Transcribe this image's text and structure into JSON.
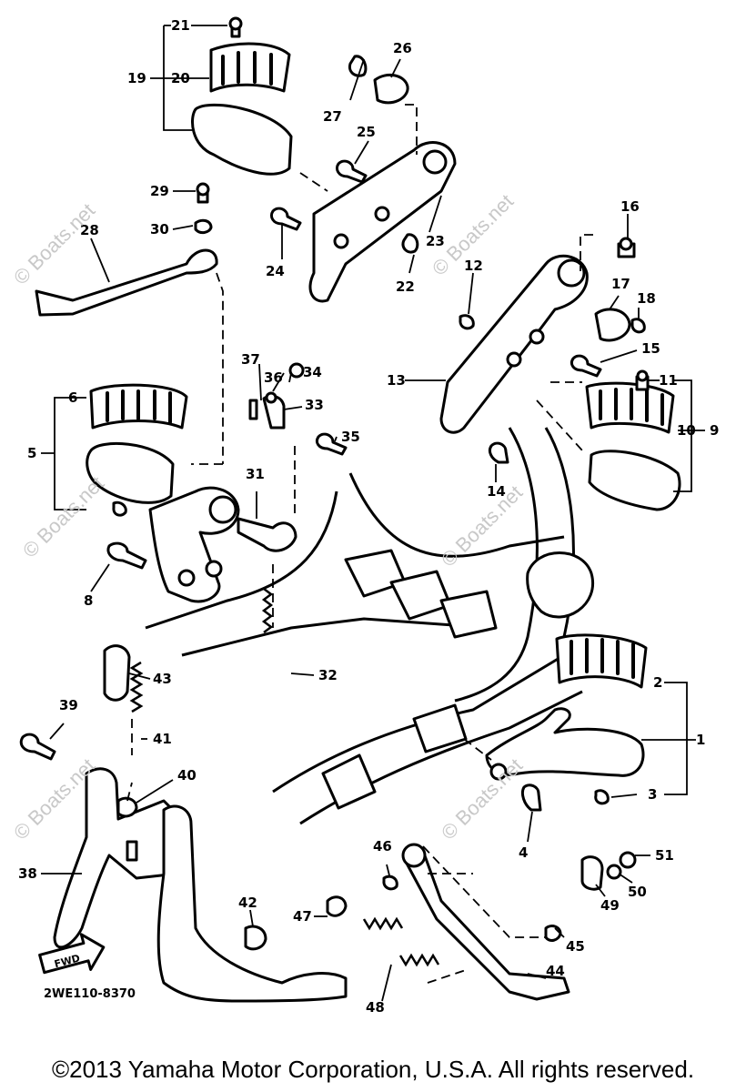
{
  "drawing_code": "2WE110-8370",
  "copyright": "©2013 Yamaha Motor Corporation, U.S.A. All rights reserved.",
  "watermark_text": "© Boats.net",
  "fwd_label": "FWD",
  "callouts": [
    "1",
    "2",
    "3",
    "4",
    "5",
    "6",
    "8",
    "9",
    "10",
    "11",
    "12",
    "13",
    "14",
    "15",
    "16",
    "17",
    "18",
    "19",
    "20",
    "21",
    "22",
    "23",
    "24",
    "25",
    "26",
    "27",
    "28",
    "29",
    "30",
    "31",
    "32",
    "33",
    "34",
    "35",
    "36",
    "37",
    "38",
    "39",
    "40",
    "41",
    "42",
    "43",
    "44",
    "45",
    "46",
    "47",
    "48",
    "49",
    "50",
    "51"
  ]
}
